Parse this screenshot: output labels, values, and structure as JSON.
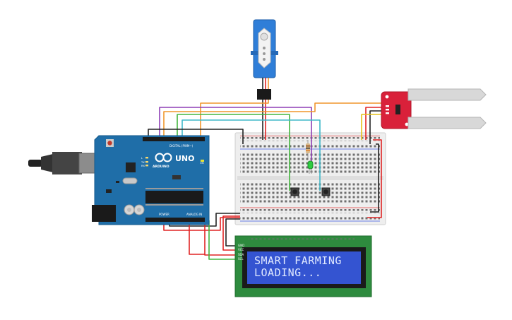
{
  "arduino": {
    "brand_logo": "ARDUINO",
    "model": "UNO",
    "digital_label": "DIGITAL (PWM~)",
    "power_label": "POWER",
    "analog_label": "ANALOG IN",
    "tx_label": "TX",
    "rx_label": "RX",
    "l_label": "L",
    "on_label": "ON",
    "color": "#1f6ea8"
  },
  "soil_sensor": {
    "color": "#d9213a"
  },
  "lcd": {
    "line1": "SMART FARMING",
    "line2": "LOADING...",
    "pins": [
      "GND",
      "VCC",
      "SDA",
      "SCL"
    ],
    "pcb_color": "#2e8b3e",
    "screen_color": "#3454d1"
  },
  "wire_colors": {
    "red": "#e02424",
    "black": "#222222",
    "green": "#43b53e",
    "purple": "#8e3fb5",
    "orange": "#f0962c",
    "cyan": "#3fb8c9",
    "yellow": "#e6c21a"
  },
  "led": {
    "color": "#2ecc40"
  },
  "icons": [
    "usb-plug-icon",
    "servo-motor-icon",
    "pushbutton-icon",
    "resistor-icon",
    "led-icon"
  ]
}
